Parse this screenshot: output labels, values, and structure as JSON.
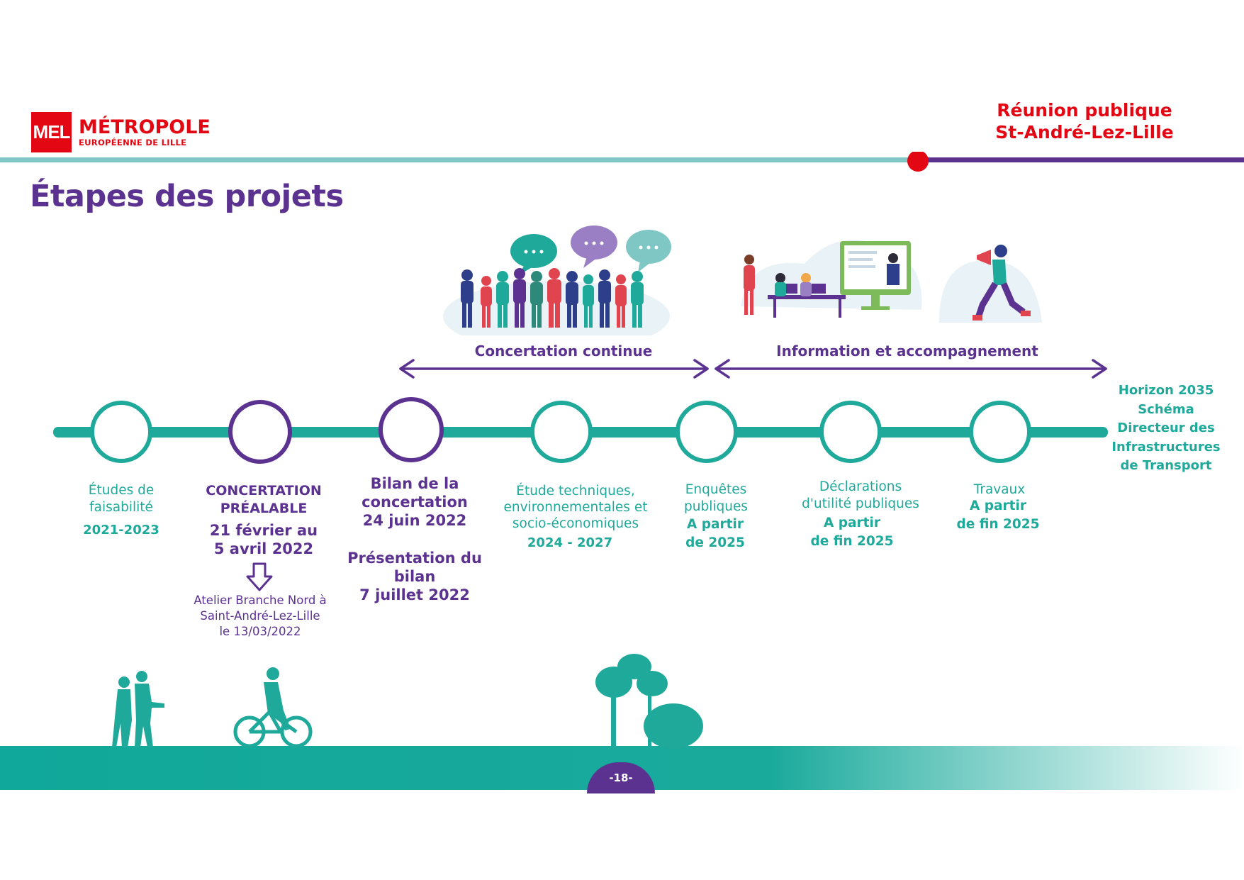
{
  "header": {
    "logo": {
      "mark": "MEL",
      "name": "MÉTROPOLE",
      "subtitle": "EUROPÉENNE DE LILLE"
    },
    "meeting": {
      "line1": "Réunion publique",
      "line2": "St-André-Lez-Lille"
    }
  },
  "title": "Étapes des projets",
  "phases": [
    {
      "label": "Concertation continue"
    },
    {
      "label": "Information et accompagnement"
    }
  ],
  "timeline": {
    "steps": [
      {
        "lines": [
          "Études de",
          "faisabilité"
        ],
        "date": [
          "2021-2023"
        ]
      },
      {
        "lines": [
          "CONCERTATION",
          "PRÉALABLE"
        ],
        "date": [
          "21 février au",
          "5 avril 2022"
        ],
        "note": [
          "Atelier Branche Nord à",
          "Saint-André-Lez-Lille",
          "le 13/03/2022"
        ]
      },
      {
        "lines": [
          "Bilan de la",
          "concertation",
          "24 juin 2022"
        ],
        "extra": [
          "Présentation du",
          "bilan",
          "7 juillet 2022"
        ]
      },
      {
        "lines": [
          "Étude techniques,",
          "environnementales et",
          "socio-économiques"
        ],
        "date": [
          "2024 - 2027"
        ]
      },
      {
        "lines": [
          "Enquêtes",
          "publiques"
        ],
        "date": [
          "A partir",
          "de 2025"
        ]
      },
      {
        "lines": [
          "Déclarations",
          "d'utilité publiques"
        ],
        "date": [
          "A partir",
          "de fin 2025"
        ]
      },
      {
        "lines": [
          "Travaux"
        ],
        "date": [
          "A partir",
          "de fin 2025"
        ]
      }
    ],
    "horizon": [
      "Horizon 2035",
      "Schéma",
      "Directeur des",
      "Infrastructures",
      "de Transport"
    ]
  },
  "footer": {
    "page": "-18-"
  },
  "colors": {
    "teal": "#1fa99a",
    "purple": "#5b3290",
    "red": "#e30613",
    "light_teal": "#7fc7c4"
  }
}
